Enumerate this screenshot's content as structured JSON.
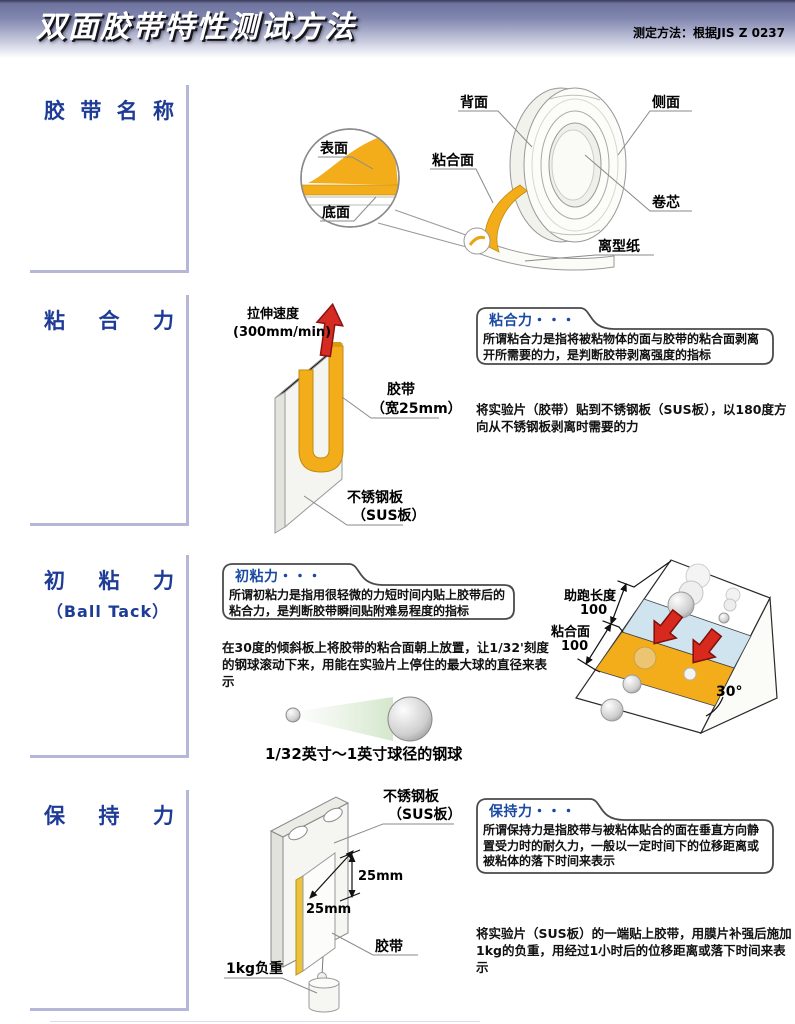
{
  "header": {
    "title": "双面胶带特性测试方法",
    "method_note": "测定方法：根据JIS Z 0237"
  },
  "sections": {
    "tape_name": {
      "label": "胶带名称",
      "diagram": {
        "surface": "表面",
        "bottom": "底面",
        "back": "背面",
        "side": "侧面",
        "adhesive_face": "粘合面",
        "core": "卷芯",
        "release_paper": "离型纸"
      }
    },
    "adhesion": {
      "label": "粘合力",
      "callout": {
        "title": "粘合力・・・",
        "body": "所谓粘合力是指将被粘物体的面与胶带的粘合面剥离开所需要的力，是判断胶带剥离强度的指标"
      },
      "paragraph": "将实验片（胶带）贴到不锈钢板（SUS板），以180度方向从不锈钢板剥离时需要的力",
      "diagram": {
        "pull_speed": "拉伸速度",
        "pull_speed_value": "(300mm/min)",
        "tape": "胶带",
        "tape_width": "（宽25mm）",
        "plate": "不锈钢板",
        "plate_sub": "（SUS板）"
      }
    },
    "ball_tack": {
      "label": "初粘力",
      "label_sub": "（Ball Tack）",
      "callout": {
        "title": "初粘力・・・",
        "body": "所谓初粘力是指用很轻微的力短时间内贴上胶带后的粘合力，是判断胶带瞬间贴附难易程度的指标"
      },
      "paragraph": "在30度的倾斜板上将胶带的粘合面朝上放置，让1/32'刻度的钢球滚动下来，用能在实验片上停住的最大球的直径来表示",
      "ball_caption": "1/32英寸～1英寸球径的钢球",
      "diagram": {
        "runup": "助跑长度",
        "runup_value": "100",
        "adhesive": "粘合面",
        "adhesive_value": "100",
        "angle": "30°"
      }
    },
    "holding": {
      "label": "保持力",
      "callout": {
        "title": "保持力・・・",
        "body": "所谓保持力是指胶带与被粘体贴合的面在垂直方向静置受力时的耐久力，一般以一定时间下的位移距离或被粘体的落下时间来表示"
      },
      "paragraph": "将实验片（SUS板）的一端贴上胶带，用膜片补强后施加1kg的负重，用经过1小时后的位移距离或落下时间来表示",
      "diagram": {
        "plate": "不锈钢板",
        "plate_sub": "（SUS板）",
        "dim_vertical": "25mm",
        "dim_horizontal": "25mm",
        "tape": "胶带",
        "weight": "1kg负重"
      }
    }
  },
  "colors": {
    "header_top": "#6e739f",
    "section_label_blue": "#1e3c96",
    "callout_title_blue": "#1b4aa2",
    "section_border": "#b6b6d8",
    "tape_orange": "#f3ad1b",
    "arrow_red": "#d62b22",
    "incline_blue_band": "#cfe4ef"
  }
}
